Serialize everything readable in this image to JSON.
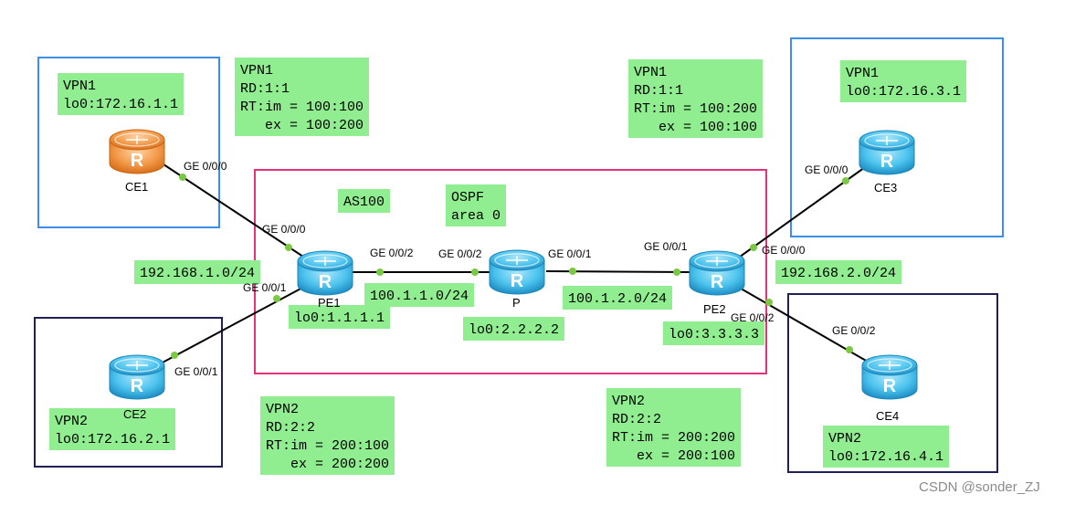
{
  "colors": {
    "vpn1_box": "#3d8ee8",
    "vpn2_box": "#1f2156",
    "as_box": "#e8307a",
    "label_bg": "#90ee90",
    "link": "#000000",
    "port_dot": "#7ac943",
    "ce1_router": "#f39a4a",
    "router": "#4cc3ee"
  },
  "routers": {
    "CE1": {
      "name": "CE1",
      "icon": "router-orange"
    },
    "CE2": {
      "name": "CE2",
      "icon": "router-blue"
    },
    "CE3": {
      "name": "CE3",
      "icon": "router-blue"
    },
    "CE4": {
      "name": "CE4",
      "icon": "router-blue"
    },
    "PE1": {
      "name": "PE1",
      "icon": "router-blue"
    },
    "P": {
      "name": "P",
      "icon": "router-blue"
    },
    "PE2": {
      "name": "PE2",
      "icon": "router-blue"
    }
  },
  "interfaces": {
    "ce1_ge000": "GE 0/0/0",
    "pe1_ge000": "GE 0/0/0",
    "pe1_ge001": "GE 0/0/1",
    "ce2_ge001": "GE 0/0/1",
    "pe1_ge002": "GE 0/0/2",
    "p_ge002": "GE 0/0/2",
    "p_ge001": "GE 0/0/1",
    "pe2_ge001": "GE 0/0/1",
    "pe2_ge000": "GE 0/0/0",
    "ce3_ge000": "GE 0/0/0",
    "pe2_ge002": "GE 0/0/2",
    "ce4_ge002": "GE 0/0/2"
  },
  "labels": {
    "ce1_site": [
      "VPN1",
      "lo0:172.16.1.1"
    ],
    "ce2_site": [
      "VPN2",
      "lo0:172.16.2.1"
    ],
    "ce3_site": [
      "VPN1",
      "lo0:172.16.3.1"
    ],
    "ce4_site": [
      "VPN2",
      "lo0:172.16.4.1"
    ],
    "pe1_vpn1": [
      "VPN1",
      "RD:1:1",
      "RT:im = 100:100",
      "   ex = 100:200"
    ],
    "pe2_vpn1": [
      "VPN1",
      "RD:1:1",
      "RT:im = 100:200",
      "   ex = 100:100"
    ],
    "pe1_vpn2": [
      "VPN2",
      "RD:2:2",
      "RT:im = 200:100",
      "   ex = 200:200"
    ],
    "pe2_vpn2": [
      "VPN2",
      "RD:2:2",
      "RT:im = 200:200",
      "   ex = 200:100"
    ],
    "as": [
      "AS100"
    ],
    "ospf": [
      "OSPF",
      "area 0"
    ],
    "net_left": [
      "192.168.1.0/24"
    ],
    "net_right": [
      "192.168.2.0/24"
    ],
    "net_pe1_p": [
      "100.1.1.0/24"
    ],
    "net_p_pe2": [
      "100.1.2.0/24"
    ],
    "pe1_lo": [
      "lo0:1.1.1.1"
    ],
    "p_lo": [
      "lo0:2.2.2.2"
    ],
    "pe2_lo": [
      "lo0:3.3.3.3"
    ]
  },
  "watermark": "CSDN @sonder_ZJ"
}
